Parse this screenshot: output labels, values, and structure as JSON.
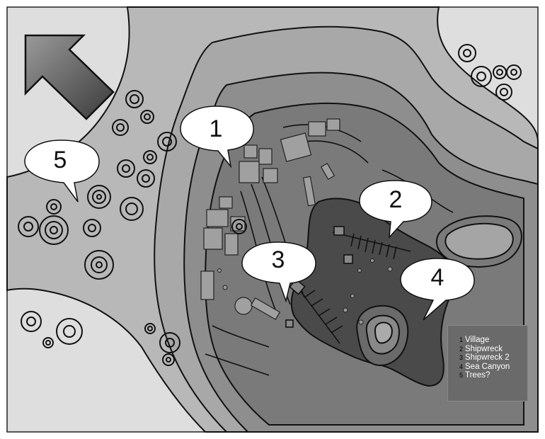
{
  "map": {
    "callouts": [
      {
        "id": 1,
        "label": "1"
      },
      {
        "id": 2,
        "label": "2"
      },
      {
        "id": 3,
        "label": "3"
      },
      {
        "id": 4,
        "label": "4"
      },
      {
        "id": 5,
        "label": "5"
      }
    ],
    "legend": {
      "items": [
        {
          "num": "1",
          "label": "Village"
        },
        {
          "num": "2",
          "label": "Shipwreck"
        },
        {
          "num": "3",
          "label": "Shipwreck 2"
        },
        {
          "num": "4",
          "label": "Sea Canyon"
        },
        {
          "num": "5",
          "label": "Trees?"
        }
      ]
    },
    "colors": {
      "outer": "#dedede",
      "band1": "#b8b8b8",
      "band2": "#a5a5a5",
      "band3": "#8c8c8c",
      "band4": "#737373",
      "deep": "#4a4a4a",
      "ink": "#111111"
    },
    "icons": [
      "north-arrow-icon",
      "tree-swirl-icon",
      "speech-bubble-icon"
    ]
  }
}
